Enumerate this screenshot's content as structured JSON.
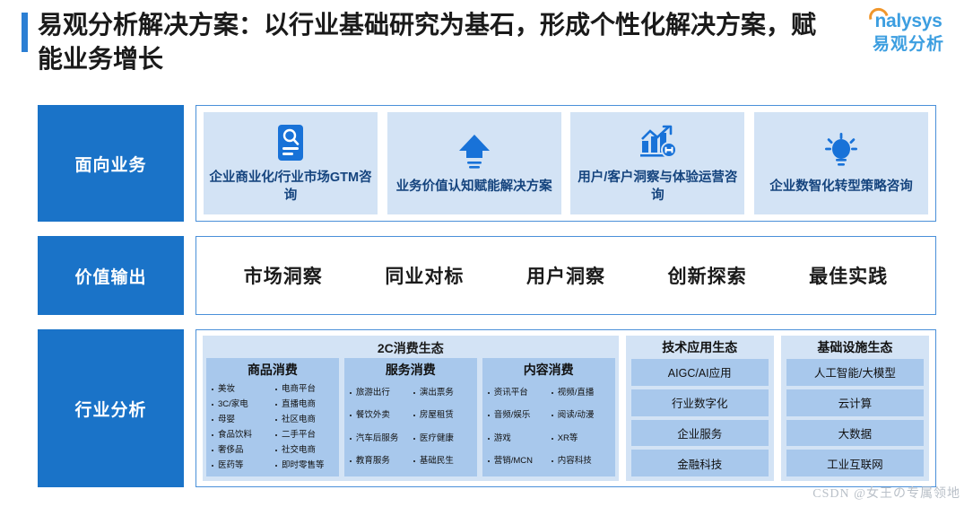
{
  "header": {
    "title": "易观分析解决方案：以行业基础研究为基石，形成个性化解决方案，赋能业务增长",
    "logo_en": "nalysys",
    "logo_cn": "易观分析",
    "accent_color": "#2b7fd4",
    "logo_orange": "#f0962b"
  },
  "rows": {
    "business": {
      "label": "面向业务",
      "cards": [
        {
          "icon": "document-search-icon",
          "label": "企业商业化/行业市场GTM咨询"
        },
        {
          "icon": "upload-arrow-icon",
          "label": "业务价值认知赋能解决方案"
        },
        {
          "icon": "bar-chart-growth-icon",
          "label": "用户/客户洞察与体验运营咨询"
        },
        {
          "icon": "lightbulb-icon",
          "label": "企业数智化转型策略咨询"
        }
      ]
    },
    "value": {
      "label": "价值输出",
      "items": [
        "市场洞察",
        "同业对标",
        "用户洞察",
        "创新探索",
        "最佳实践"
      ]
    },
    "industry": {
      "label": "行业分析",
      "consumer_eco": {
        "title": "2C消费生态",
        "columns": [
          {
            "title": "商品消费",
            "left": [
              "美妆",
              "3C/家电",
              "母婴",
              "食品饮料",
              "奢侈品",
              "医药等"
            ],
            "right": [
              "电商平台",
              "直播电商",
              "社区电商",
              "二手平台",
              "社交电商",
              "即时零售等"
            ]
          },
          {
            "title": "服务消费",
            "left": [
              "旅游出行",
              "餐饮外卖",
              "汽车后服务",
              "教育服务"
            ],
            "right": [
              "演出票务",
              "房屋租赁",
              "医疗健康",
              "基础民生"
            ]
          },
          {
            "title": "内容消费",
            "left": [
              "资讯平台",
              "音频/娱乐",
              "游戏",
              "营销/MCN"
            ],
            "right": [
              "视频/直播",
              "阅读/动漫",
              "XR等",
              "内容科技"
            ]
          }
        ]
      },
      "tech_eco": {
        "title": "技术应用生态",
        "items": [
          "AIGC/AI应用",
          "行业数字化",
          "企业服务",
          "金融科技"
        ]
      },
      "infra_eco": {
        "title": "基础设施生态",
        "items": [
          "人工智能/大模型",
          "云计算",
          "大数据",
          "工业互联网"
        ]
      }
    }
  },
  "watermark": "CSDN @女王の专属领地",
  "colors": {
    "label_blue": "#1a73c8",
    "panel_border": "#4a90d9",
    "card_bg": "#d3e3f5",
    "sub_bg": "#a8c8ec",
    "card_text": "#15447e"
  }
}
